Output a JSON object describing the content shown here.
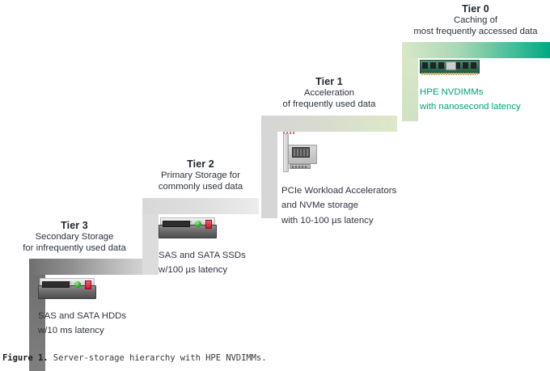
{
  "figure": {
    "caption_label": "Figure 1.",
    "caption_text": "Server-storage hierarchy with HPE NVDIMMs."
  },
  "colors": {
    "heading_text": "#1f2430",
    "body_text": "#2f3442",
    "accent_teal": "#00a37a",
    "tier0_bar_start": "#d9e8c8",
    "tier0_bar_end": "#00a883",
    "tier1_bar_start": "#d5d5d5",
    "tier1_bar_end": "#dde8c6",
    "tier2_bar_start": "#dcdcdc",
    "tier2_bar_end": "#ececec",
    "tier3_bar_start": "#6f6f6f",
    "tier3_bar_end": "#d8d8d8"
  },
  "tiers": [
    {
      "id": "tier-3",
      "title": "Tier 3",
      "subtitle_lines": [
        "Secondary Storage",
        "for infrequently used data"
      ],
      "device_icon": "hard-drive-icon",
      "device_type": "drive",
      "caption_lines": [
        "SAS and SATA HDDs",
        "w/10 ms latency"
      ],
      "caption_accent": false
    },
    {
      "id": "tier-2",
      "title": "Tier 2",
      "subtitle_lines": [
        "Primary Storage for",
        "commonly used data"
      ],
      "device_icon": "solid-state-drive-icon",
      "device_type": "drive",
      "caption_lines": [
        "SAS and SATA SSDs",
        "w/100 µs latency"
      ],
      "caption_accent": false
    },
    {
      "id": "tier-1",
      "title": "Tier 1",
      "subtitle_lines": [
        "Acceleration",
        "of frequently used data"
      ],
      "device_icon": "pcie-card-icon",
      "device_type": "pcie",
      "caption_lines": [
        "PCIe Workload Accelerators",
        "and NVMe storage",
        "with 10-100 µs latency"
      ],
      "caption_accent": false
    },
    {
      "id": "tier-0",
      "title": "Tier 0",
      "subtitle_lines": [
        "Caching of",
        "most frequently accessed data"
      ],
      "device_icon": "memory-module-icon",
      "device_type": "nvdimm",
      "caption_lines": [
        "HPE NVDIMMs",
        "with nanosecond latency"
      ],
      "caption_accent": true
    }
  ]
}
